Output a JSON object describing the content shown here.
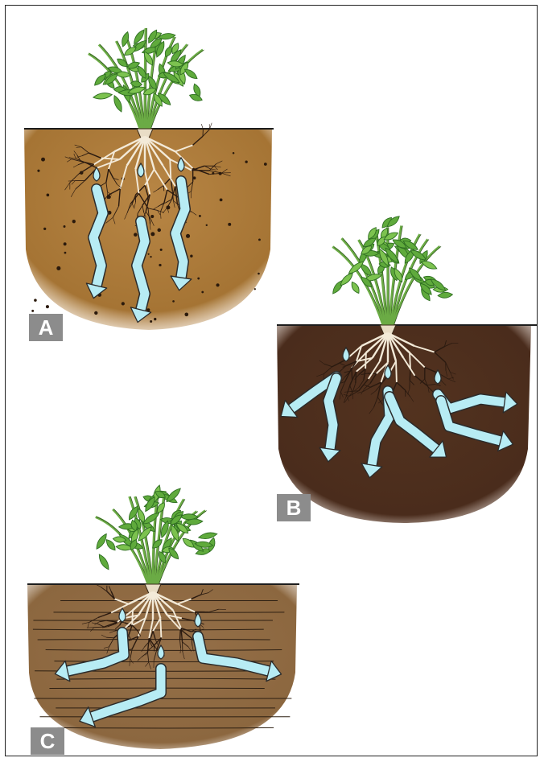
{
  "colors": {
    "leaf": "#5faa3c",
    "leaf_dark": "#2f6e22",
    "stem": "#6bab45",
    "water": "#b7ecf4",
    "water_outline": "#2b2b2b",
    "root": "#2a1a10",
    "root_light": "#f3ead8",
    "soil_sandy": "#a9783c",
    "soil_clay": "#4d2f1f",
    "soil_loam": "#8e6a43",
    "badge_bg": "#8c8c8c"
  },
  "panels": [
    {
      "id": "A",
      "label": "A",
      "soil": "sandy",
      "water_flow": "straight-down",
      "icon": "sandy-soil-icon"
    },
    {
      "id": "B",
      "label": "B",
      "soil": "clay",
      "water_flow": "spreading-sideways",
      "icon": "clay-soil-icon"
    },
    {
      "id": "C",
      "label": "C",
      "soil": "layered",
      "water_flow": "lateral",
      "icon": "layered-soil-icon"
    }
  ]
}
